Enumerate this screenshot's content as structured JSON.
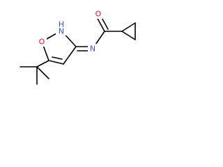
{
  "molecule": {
    "atoms": {
      "ring_oxygen": {
        "symbol": "O",
        "color": "#ff0d0d"
      },
      "ring_nitrogen": {
        "symbol": "N",
        "color": "#3050f8"
      },
      "ring_nitrogen_h": {
        "symbol": "H",
        "color": "#3050f8"
      },
      "imine_nitrogen": {
        "symbol": "N",
        "color": "#3050f8"
      },
      "carbonyl_oxygen": {
        "symbol": "O",
        "color": "#ff0d0d"
      }
    },
    "bond_color": "#000000"
  }
}
